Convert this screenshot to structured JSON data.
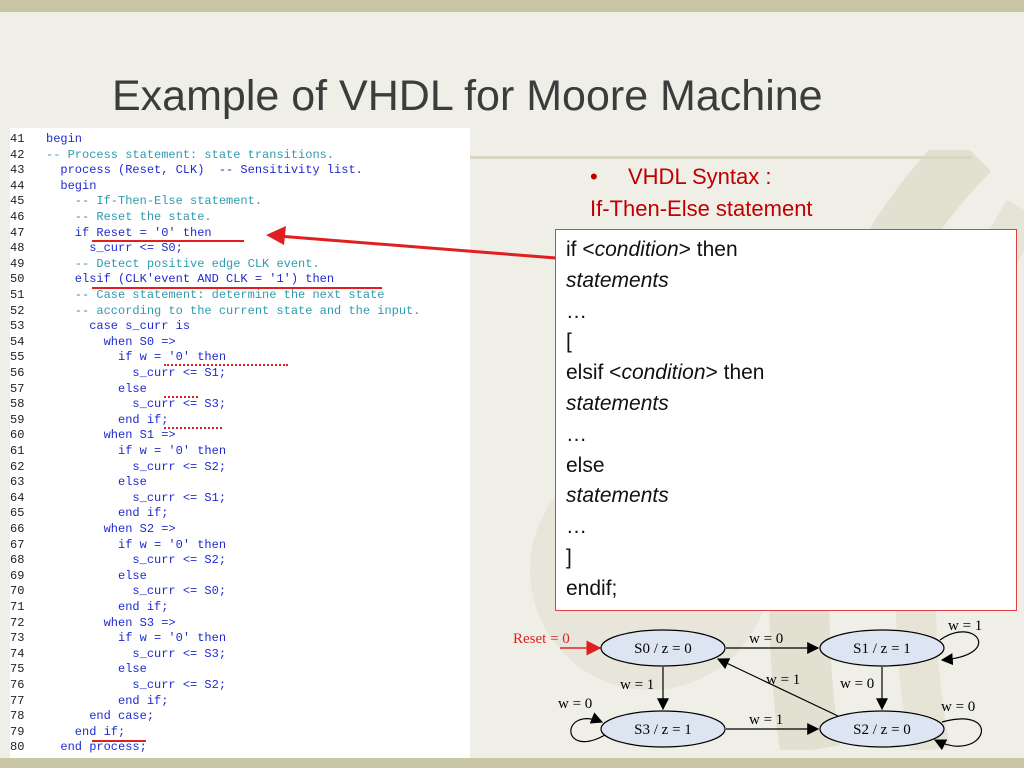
{
  "title": "Example of VHDL for Moore Machine",
  "bullet": {
    "label": "VHDL Syntax :",
    "subtitle": "If-Then-Else statement"
  },
  "syntax_lines": [
    {
      "pre": "if <",
      "it": "condition",
      "post": "> then"
    },
    {
      "pre": "",
      "it": "statements",
      "post": ""
    },
    {
      "pre": "…",
      "it": "",
      "post": ""
    },
    {
      "pre": "[",
      "it": "",
      "post": ""
    },
    {
      "pre": "elsif <",
      "it": "condition",
      "post": "> then"
    },
    {
      "pre": "",
      "it": "statements",
      "post": ""
    },
    {
      "pre": "…",
      "it": "",
      "post": ""
    },
    {
      "pre": "else",
      "it": "",
      "post": ""
    },
    {
      "pre": "",
      "it": "statements",
      "post": ""
    },
    {
      "pre": "…",
      "it": "",
      "post": ""
    },
    {
      "pre": "]",
      "it": "",
      "post": ""
    },
    {
      "pre": "endif;",
      "it": "",
      "post": ""
    }
  ],
  "code_lines": [
    {
      "n": "41",
      "t": "begin"
    },
    {
      "n": "42",
      "t": "-- Process statement: state transitions."
    },
    {
      "n": "43",
      "t": "  process (Reset, CLK)  -- Sensitivity list."
    },
    {
      "n": "44",
      "t": "  begin"
    },
    {
      "n": "45",
      "t": "    -- If-Then-Else statement."
    },
    {
      "n": "46",
      "t": "    -- Reset the state."
    },
    {
      "n": "47",
      "t": "    if Reset = '0' then"
    },
    {
      "n": "48",
      "t": "      s_curr <= S0;"
    },
    {
      "n": "49",
      "t": "    -- Detect positive edge CLK event."
    },
    {
      "n": "50",
      "t": "    elsif (CLK'event AND CLK = '1') then"
    },
    {
      "n": "51",
      "t": "    -- Case statement: determine the next state"
    },
    {
      "n": "52",
      "t": "    -- according to the current state and the input."
    },
    {
      "n": "53",
      "t": "      case s_curr is"
    },
    {
      "n": "54",
      "t": "        when S0 =>"
    },
    {
      "n": "55",
      "t": "          if w = '0' then"
    },
    {
      "n": "56",
      "t": "            s_curr <= S1;"
    },
    {
      "n": "57",
      "t": "          else"
    },
    {
      "n": "58",
      "t": "            s_curr <= S3;"
    },
    {
      "n": "59",
      "t": "          end if;"
    },
    {
      "n": "60",
      "t": "        when S1 =>"
    },
    {
      "n": "61",
      "t": "          if w = '0' then"
    },
    {
      "n": "62",
      "t": "            s_curr <= S2;"
    },
    {
      "n": "63",
      "t": "          else"
    },
    {
      "n": "64",
      "t": "            s_curr <= S1;"
    },
    {
      "n": "65",
      "t": "          end if;"
    },
    {
      "n": "66",
      "t": "        when S2 =>"
    },
    {
      "n": "67",
      "t": "          if w = '0' then"
    },
    {
      "n": "68",
      "t": "            s_curr <= S2;"
    },
    {
      "n": "69",
      "t": "          else"
    },
    {
      "n": "70",
      "t": "            s_curr <= S0;"
    },
    {
      "n": "71",
      "t": "          end if;"
    },
    {
      "n": "72",
      "t": "        when S3 =>"
    },
    {
      "n": "73",
      "t": "          if w = '0' then"
    },
    {
      "n": "74",
      "t": "            s_curr <= S3;"
    },
    {
      "n": "75",
      "t": "          else"
    },
    {
      "n": "76",
      "t": "            s_curr <= S2;"
    },
    {
      "n": "77",
      "t": "          end if;"
    },
    {
      "n": "78",
      "t": "      end case;"
    },
    {
      "n": "79",
      "t": "    end if;"
    },
    {
      "n": "80",
      "t": "  end process;"
    }
  ],
  "diagram": {
    "states": {
      "s0": "S0 / z = 0",
      "s1": "S1 / z = 1",
      "s2": "S2 / z = 0",
      "s3": "S3 / z = 1"
    },
    "reset": "Reset = 0",
    "labels": {
      "s0_s1": "w = 0",
      "s1_self": "w = 1",
      "s1_s2": "w = 0",
      "s2_s0": "w = 1",
      "s2_self": "w = 0",
      "s0_s3": "w = 1",
      "s3_self": "w = 0",
      "s3_s2": "w = 1"
    }
  },
  "colors": {
    "accent": "#c00000",
    "code_text": "#1f2bd1",
    "comment": "#2f9bb0",
    "annotation": "#e02020"
  }
}
